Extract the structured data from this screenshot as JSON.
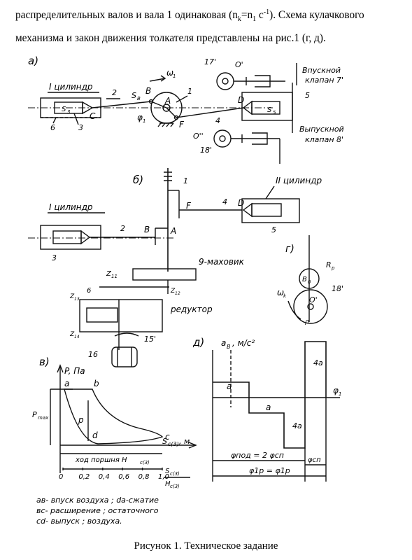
{
  "text": {
    "line1_a": "распределительных валов и вала 1 одинаковая (n",
    "line1_sub1": "k",
    "line1_b": "=n",
    "line1_sub2": "1",
    "line1_c": " c",
    "line1_sup": "-1",
    "line1_d": "). Схема кулачкового",
    "line2": "механизма и закон движения толкателя представлены на рис.1 (г, д)."
  },
  "caption": "Рисунок 1. Техническое задание",
  "fig_a": {
    "label": "а)",
    "cyl1": "I цилиндр",
    "n2": "2",
    "sb": "S",
    "sb_sub": "B",
    "B": "B",
    "A": "A",
    "n1": "1",
    "C": "C",
    "S3": "S",
    "S3_sub": "3",
    "n6": "6",
    "n3": "3",
    "phi1": "φ",
    "phi1_sub": "1",
    "omega1": "ω",
    "omega1_sub": "1",
    "F": "F",
    "D": "D",
    "n4": "4",
    "S5": "S",
    "S5_sub": "5",
    "n17": "17'",
    "O1": "O'",
    "O2": "O''",
    "n18": "18'",
    "n5": "5",
    "inlet": "Впускной",
    "inlet2": "клапан 7'",
    "outlet": "Выпускной",
    "outlet2": "клапан 8'"
  },
  "fig_b": {
    "label": "б)",
    "n1": "1",
    "n4": "4",
    "F": "F",
    "D": "D",
    "cyl2": "II цилиндр",
    "cyl1": "I цилиндр",
    "n2": "2",
    "B": "B",
    "A": "A",
    "n5": "5",
    "n3": "3",
    "flywheel": "9-маховик",
    "z11": "Z",
    "z11_sub": "11",
    "z12": "Z",
    "z12_sub": "12",
    "z13": "Z",
    "z13_sub": "13",
    "z14": "Z",
    "z14_sub": "14",
    "gear": "редуктор",
    "n6": "6",
    "n15": "15'",
    "n16": "16"
  },
  "fig_g": {
    "label": "г)",
    "Rp": "R",
    "Rp_sub": "p",
    "B0": "B",
    "B0_sub": "0",
    "n18": "18'",
    "O": "O'",
    "omega": "ω",
    "omega_sub": "k",
    "rho": "ρ"
  },
  "fig_v": {
    "label": "в)",
    "yaxis": "P, Па",
    "a": "a",
    "b": "b",
    "c": "c",
    "d": "d",
    "p": "p",
    "pmax": "P",
    "pmax_sub": "max",
    "piston": "ход поршня H",
    "piston_sub": "c(3)",
    "xaxis": "S",
    "xaxis_sub": "c(3)",
    "xaxis_unit": ", м",
    "ticks": [
      "0",
      "0,2",
      "0,4",
      "0,6",
      "0,8",
      "1,0"
    ],
    "ratio_num": "S",
    "ratio_num_sub": "c(3)",
    "ratio_den": "H",
    "ratio_den_sub": "c(3)",
    "legend1": "ав- впуск воздуха ; dа-сжатие",
    "legend2": "вс- расширение ; остаточного",
    "legend3": "cd- выпуск ;       воздуха."
  },
  "fig_d": {
    "label": "д)",
    "yaxis": "a",
    "yaxis_sub": "B",
    "yaxis_rest": ", м/с²",
    "a_top": "a",
    "a_mid": "a",
    "a_low": "4a",
    "a_high": "4a",
    "phi": "φ",
    "phi_sub": "1",
    "phi_pod": "φпод = 2 φсп",
    "phi_cp": "φсп",
    "phi_total": "φ1р = φ1р"
  }
}
